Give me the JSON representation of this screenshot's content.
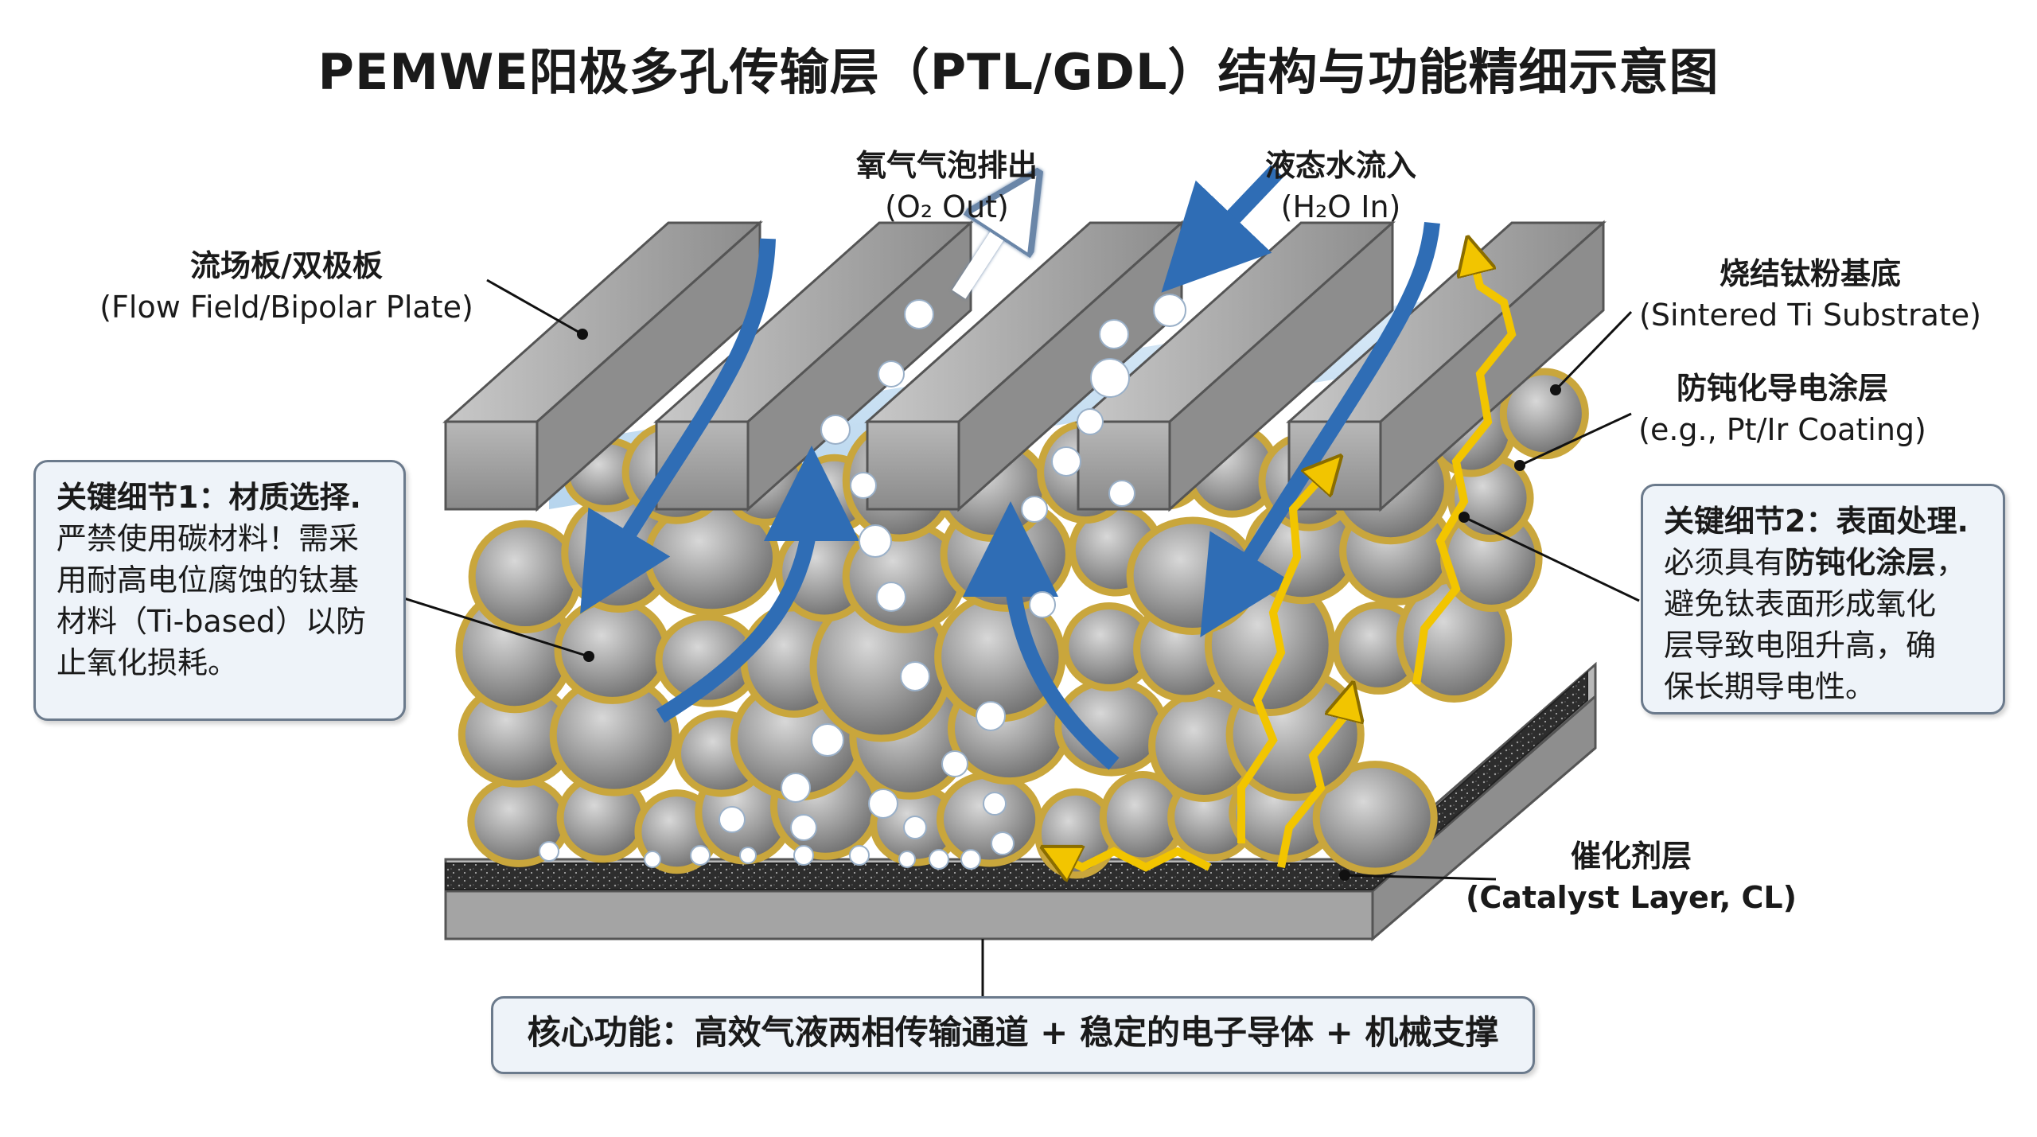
{
  "title": "PEMWE阳极多孔传输层（PTL/GDL）结构与功能精细示意图",
  "labels": {
    "o2_zh": "氧气气泡排出",
    "o2_en": "(O₂ Out)",
    "h2o_zh": "液态水流入",
    "h2o_en": "(H₂O In)",
    "plate_zh": "流场板/双极板",
    "plate_en": "(Flow Field/Bipolar Plate)",
    "substrate_zh": "烧结钛粉基底",
    "substrate_en": "(Sintered Ti Substrate)",
    "coating_zh": "防钝化导电涂层",
    "coating_en": "(e.g., Pt/Ir Coating)",
    "catalyst_zh": "催化剂层",
    "catalyst_en": "(Catalyst Layer, CL)"
  },
  "left_box": {
    "heading": "关键细节1：材质选择.",
    "lines": [
      "严禁使用碳材料！需采",
      "用耐高电位腐蚀的钛基",
      "材料（Ti-based）以防",
      "止氧化损耗。"
    ]
  },
  "right_box": {
    "heading": "关键细节2：表面处理.",
    "line1_pre": "必须具有",
    "line1_bold": "防钝化涂层",
    "line1_post": "，",
    "lines": [
      "避免钛表面形成氧化",
      "层导致电阻升高，确",
      "保长期导电性。"
    ]
  },
  "bottom": "核心功能：高效气液两相传输通道 + 稳定的电子导体 + 机械支撑",
  "colors": {
    "particle_fill": "#9a9a9a",
    "particle_ring": "#c9a63c",
    "flow_arrow": "#2f6db5",
    "electron_arrow": "#f2c500",
    "water": "#b9d7ef",
    "box_bg": "#eef3f9"
  }
}
